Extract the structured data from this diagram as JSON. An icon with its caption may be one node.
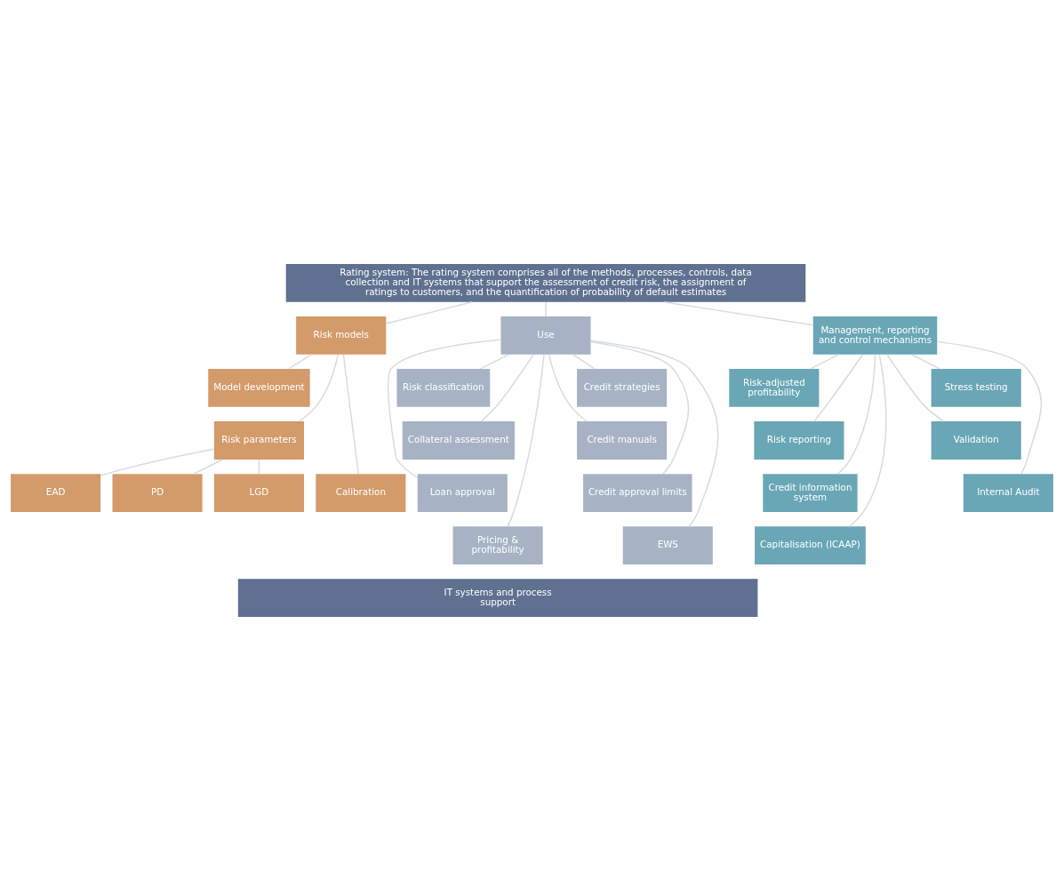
{
  "diagram": {
    "nodes": [
      {
        "text": [
          "Rating system: The rating system comprises all of the methods, processes, controls, data collection and IT systems that support the assessment of credit risk, the assignment of ratings to customers, and the quantification of probability of default estimates"
        ]
      },
      {
        "text": [
          "Risk models"
        ]
      },
      {
        "text": [
          "Use"
        ]
      },
      {
        "text": [
          "Management, reporting and control mechanisms"
        ]
      },
      {
        "text": [
          "Model development"
        ]
      },
      {
        "text": [
          "Risk parameters"
        ]
      },
      {
        "text": [
          "PD"
        ]
      },
      {
        "text": [
          "LGD"
        ]
      },
      {
        "text": [
          "EAD"
        ]
      },
      {
        "text": [
          "Calibration"
        ]
      },
      {
        "text": [
          "Risk classification"
        ]
      },
      {
        "text": [
          "Credit strategies"
        ]
      },
      {
        "text": [
          "Collateral assessment"
        ]
      },
      {
        "text": [
          "Credit manuals"
        ]
      },
      {
        "text": [
          "Loan approval"
        ]
      },
      {
        "text": [
          "Credit approval limits"
        ]
      },
      {
        "text": [
          "Pricing & profitability"
        ]
      },
      {
        "text": [
          "EWS"
        ]
      },
      {
        "text": [
          "Risk-adjusted profitability"
        ]
      },
      {
        "text": [
          "Stress testing"
        ]
      },
      {
        "text": [
          "Risk reporting"
        ]
      },
      {
        "text": [
          "Validation"
        ]
      },
      {
        "text": [
          "Credit information system"
        ]
      },
      {
        "text": [
          "Internal Audit"
        ]
      },
      {
        "text": [
          "Capitalisation (ICAAP)"
        ]
      },
      {
        "text": [
          "IT systems and process support"
        ]
      }
    ],
    "edges": [
      {
        "from": 0,
        "to": 1,
        "arrow": "none"
      },
      {
        "from": 0,
        "to": 2,
        "arrow": "none"
      },
      {
        "from": 0,
        "to": 3,
        "arrow": "none"
      },
      {
        "from": 1,
        "to": 4,
        "arrow": "none"
      },
      {
        "from": 1,
        "to": 5,
        "arrow": "none"
      },
      {
        "from": 1,
        "to": 9,
        "arrow": "none"
      },
      {
        "from": 5,
        "to": 6,
        "arrow": "none"
      },
      {
        "from": 5,
        "to": 7,
        "arrow": "none"
      },
      {
        "from": 5,
        "to": 8,
        "arrow": "none"
      },
      {
        "from": 2,
        "to": 10,
        "arrow": "none"
      },
      {
        "from": 2,
        "to": 11,
        "arrow": "none"
      },
      {
        "from": 2,
        "to": 12,
        "arrow": "none"
      },
      {
        "from": 2,
        "to": 13,
        "arrow": "none"
      },
      {
        "from": 2,
        "to": 14,
        "arrow": "none"
      },
      {
        "from": 2,
        "to": 15,
        "arrow": "none"
      },
      {
        "from": 2,
        "to": 16,
        "arrow": "none"
      },
      {
        "from": 2,
        "to": 17,
        "arrow": "none"
      },
      {
        "from": 3,
        "to": 18,
        "arrow": "none"
      },
      {
        "from": 3,
        "to": 19,
        "arrow": "none"
      },
      {
        "from": 3,
        "to": 20,
        "arrow": "none"
      },
      {
        "from": 3,
        "to": 21,
        "arrow": "none"
      },
      {
        "from": 3,
        "to": 22,
        "arrow": "none"
      },
      {
        "from": 3,
        "to": 23,
        "arrow": "none"
      },
      {
        "from": 3,
        "to": 24,
        "arrow": "none"
      }
    ]
  }
}
